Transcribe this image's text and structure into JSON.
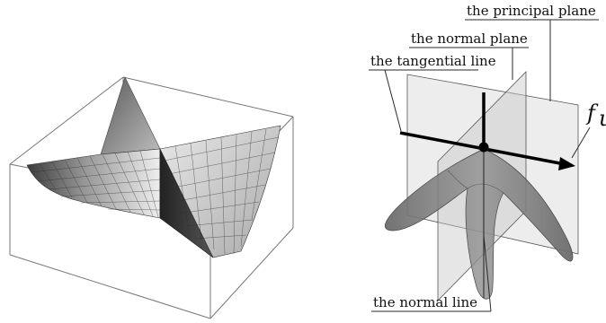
{
  "labels": {
    "principal_plane": "the principal plane",
    "normal_plane": "the normal plane",
    "tangential_line": "the tangential line",
    "normal_line": "the normal line",
    "axis": "f",
    "axis_subscript": "u"
  }
}
